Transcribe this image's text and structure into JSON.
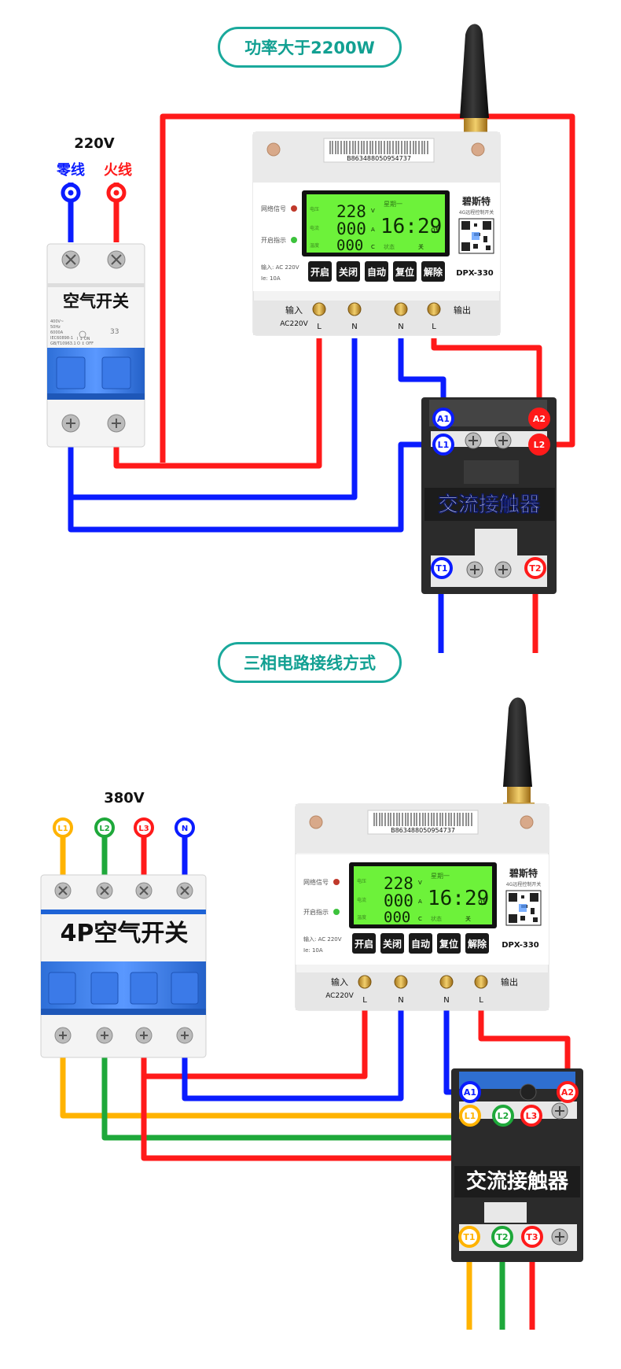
{
  "section1": {
    "title": "功率大于2200W",
    "voltage": "220V",
    "neutral_label": "零线",
    "live_label": "火线",
    "breaker_label": "空气开关",
    "breaker_small": [
      "400V~",
      "50Hz",
      "6000A",
      "IEC60898-1",
      "GB/T10963.1"
    ],
    "breaker_switch": [
      "I ↕ ON",
      "O ↕ OFF"
    ],
    "contactor_label": "交流接触器",
    "contactor_terminals": [
      "A1",
      "A2",
      "L1",
      "L2",
      "T1",
      "T2"
    ]
  },
  "section2": {
    "title": "三相电路接线方式",
    "voltage": "380V",
    "phase_labels": [
      "L1",
      "L2",
      "L3",
      "N"
    ],
    "breaker_label": "4P空气开关",
    "contactor_label": "交流接触器",
    "contactor_terminals": [
      "A1",
      "A2",
      "L1",
      "L2",
      "L3",
      "T1",
      "T2",
      "T3"
    ]
  },
  "device": {
    "barcode": "B863488050954737",
    "brand": "碧斯特",
    "brand_sub": "4G远程控制开关",
    "network_signal": "网络信号",
    "power_indicator": "开启指示",
    "input_spec": "输入: AC 220V",
    "current_spec": "Ie: 10A",
    "lcd": {
      "voltage_label": "电压",
      "voltage": "228",
      "voltage_unit": "V",
      "current_label": "电流",
      "current": "000",
      "current_unit": "A",
      "temp_label": "温度",
      "temp": "000",
      "temp_unit": "C",
      "week": "星期一",
      "time": "16:29",
      "seconds": "05",
      "status_label": "状态",
      "status": "关"
    },
    "buttons": [
      "开启",
      "关闭",
      "自动",
      "复位",
      "解除"
    ],
    "model": "DPX-330",
    "input_label": "输入",
    "input_voltage": "AC220V",
    "output_label": "输出",
    "terminals": [
      "L",
      "N",
      "N",
      "L"
    ]
  },
  "colors": {
    "teal": "#1aa99c",
    "red": "#ff1a1a",
    "blue": "#0a1cff",
    "yellow": "#ffb300",
    "green": "#1ea83a",
    "lcd": "#6df23a"
  }
}
